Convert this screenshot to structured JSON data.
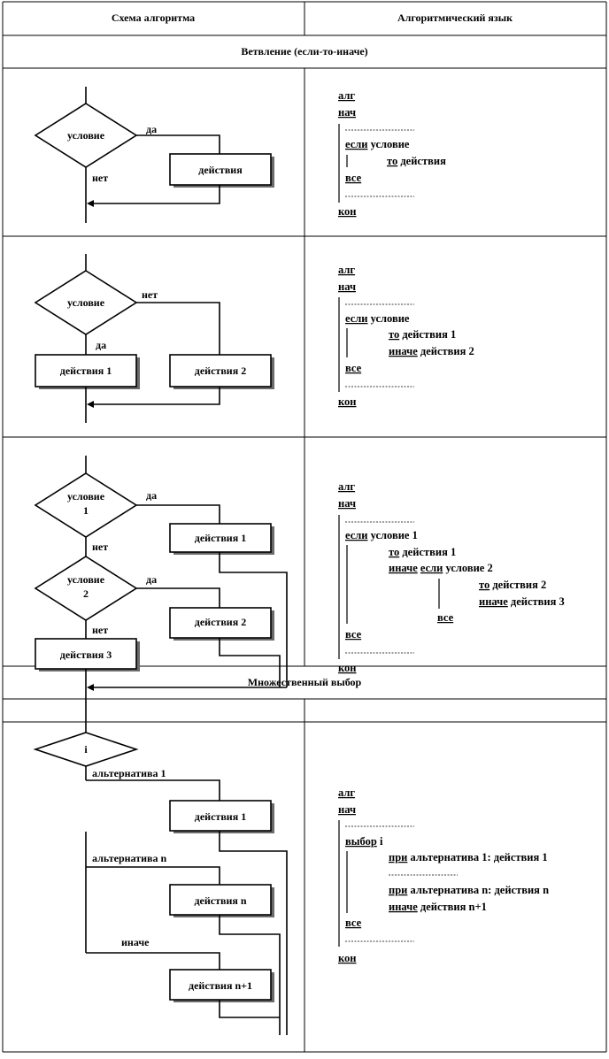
{
  "header": {
    "col1": "Схема алгоритма",
    "col2": "Алгоритмический язык"
  },
  "sections": {
    "branching": "Ветвление (если-то-иначе)",
    "multiple": "Множественный выбор"
  },
  "flow1": {
    "condition": "условие",
    "yes": "да",
    "no": "нет",
    "action": "действия"
  },
  "code1": {
    "alg": "алг",
    "begin": "нач",
    "if": "если",
    "cond": " условие",
    "then": "то",
    "action": " действия",
    "end_if": "все",
    "end": "кон"
  },
  "flow2": {
    "condition": "условие",
    "no": "нет",
    "yes": "да",
    "action1": "действия 1",
    "action2": "действия 2"
  },
  "code2": {
    "alg": "алг",
    "begin": "нач",
    "if": "если",
    "cond": " условие",
    "then": "то",
    "action1": " действия 1",
    "else": "иначе",
    "action2": " действия 2",
    "end_if": "все",
    "end": "кон"
  },
  "flow3": {
    "condition1_a": "условие",
    "condition1_b": "1",
    "condition2_a": "условие",
    "condition2_b": "2",
    "yes1": "да",
    "no1": "нет",
    "yes2": "да",
    "no2": "нет",
    "action1": "действия 1",
    "action2": "действия 2",
    "action3": "действия 3"
  },
  "code3": {
    "alg": "алг",
    "begin": "нач",
    "if": "если",
    "cond1": " условие 1",
    "then": "то",
    "action1": " действия 1",
    "else": "иначе",
    "if2": "если",
    "cond2": " условие 2",
    "then2": "то",
    "action2": " действия 2",
    "else2": "иначе",
    "action3": " действия 3",
    "end_inner": "все",
    "end_if": "все",
    "end": "кон"
  },
  "flow4": {
    "selector": "i",
    "alt1": "альтернатива 1",
    "altn": "альтернатива n",
    "otherwise": "иначе",
    "action1": "действия 1",
    "actionn": "действия n",
    "actionn1": "действия n+1"
  },
  "code4": {
    "alg": "алг",
    "begin": "нач",
    "choice": "выбор",
    "var": " i",
    "when": "при",
    "alt1": " альтернатива 1: действия 1",
    "when2": "при",
    "altn": " альтернатива n: действия n",
    "else": "иначе",
    "actionn1": " действия n+1",
    "end_choice": "все",
    "end": "кон"
  }
}
